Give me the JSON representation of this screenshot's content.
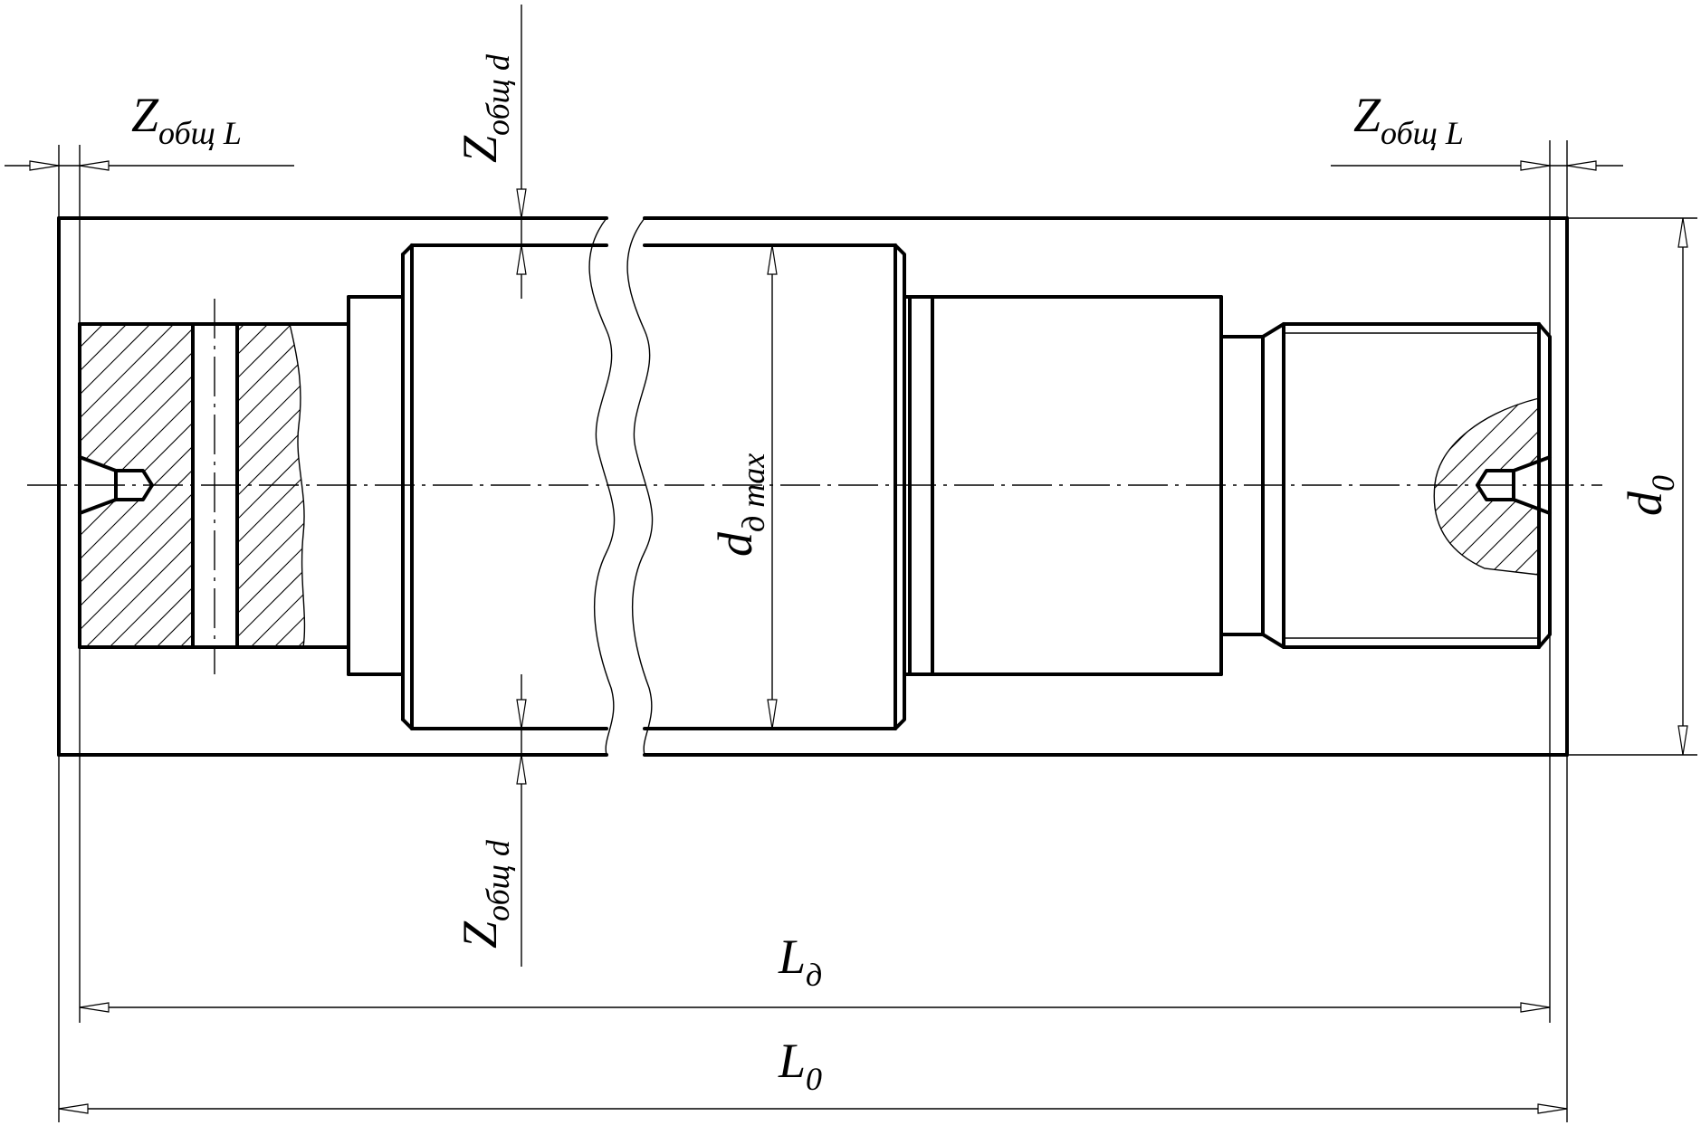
{
  "labels": {
    "z_total_l_left": {
      "main": "Z",
      "sub": "общ L"
    },
    "z_total_l_right": {
      "main": "Z",
      "sub": "общ L"
    },
    "z_total_d_top": {
      "main": "Z",
      "sub": "общ d"
    },
    "z_total_d_bottom": {
      "main": "Z",
      "sub": "общ d"
    },
    "d_part_max": {
      "main": "d",
      "sub": "д max"
    },
    "d_blank": {
      "main": "d",
      "sub": "0"
    },
    "l_part": {
      "main": "L",
      "sub": "д"
    },
    "l_blank": {
      "main": "L",
      "sub": "0"
    }
  }
}
